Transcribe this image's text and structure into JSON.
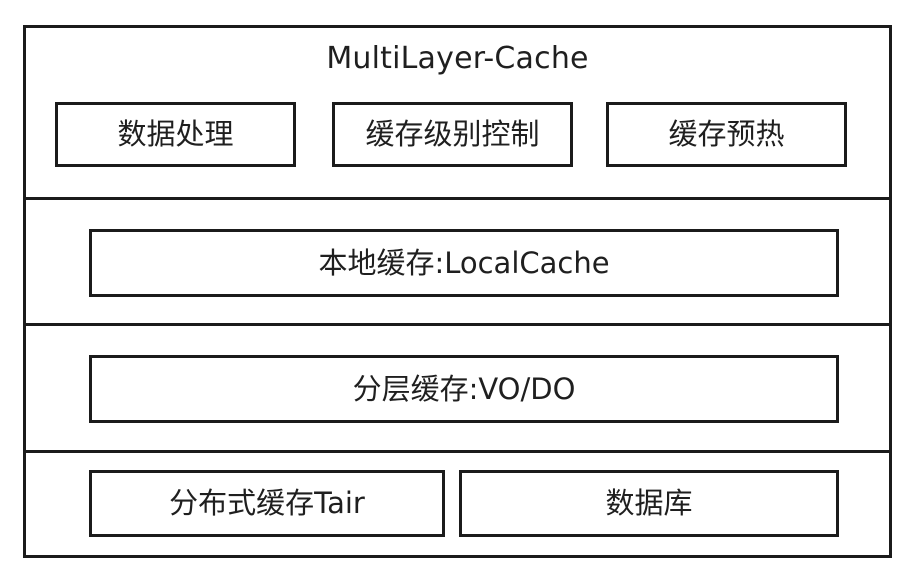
{
  "diagram": {
    "title": "MultiLayer-Cache",
    "layers": [
      {
        "id": "application-layer",
        "title": "MultiLayer-Cache",
        "boxes": [
          {
            "id": "data-processing",
            "label": "数据处理"
          },
          {
            "id": "cache-level-control",
            "label": "缓存级别控制"
          },
          {
            "id": "cache-preheat",
            "label": "缓存预热"
          }
        ]
      },
      {
        "id": "local-cache-layer",
        "boxes": [
          {
            "id": "local-cache",
            "label": "本地缓存:LocalCache"
          }
        ]
      },
      {
        "id": "tiered-cache-layer",
        "boxes": [
          {
            "id": "tiered-cache",
            "label": "分层缓存:VO/DO"
          }
        ]
      },
      {
        "id": "backing-store-layer",
        "boxes": [
          {
            "id": "distributed-cache-tair",
            "label": "分布式缓存Tair"
          },
          {
            "id": "database",
            "label": "数据库"
          }
        ]
      }
    ],
    "colors": {
      "stroke": "#1b1b1b",
      "text": "#1f1f1f",
      "background": "#ffffff"
    }
  }
}
